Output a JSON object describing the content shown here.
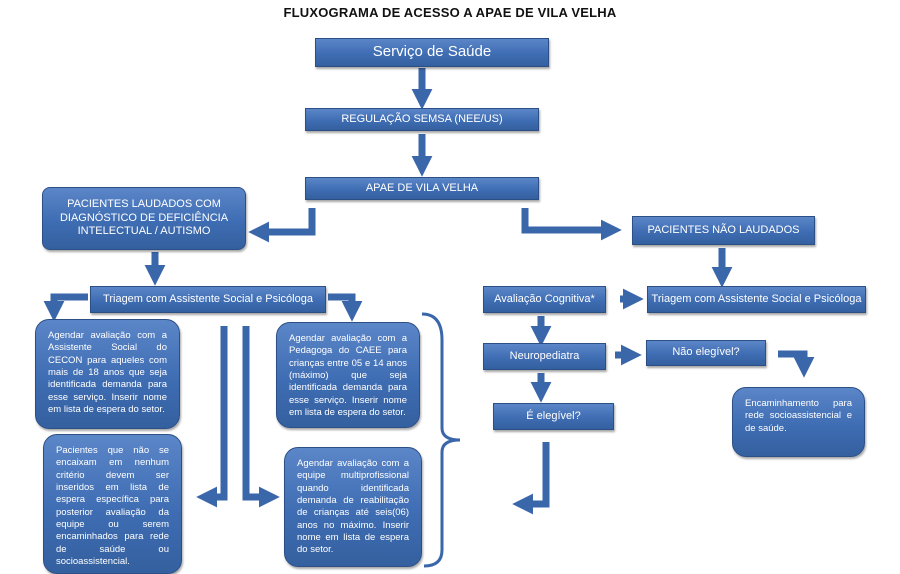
{
  "title": "FLUXOGRAMA DE ACESSO A APAE DE VILA VELHA",
  "nodes": {
    "servico_saude": "Serviço de Saúde",
    "regulacao": "REGULAÇÃO SEMSA (NEE/US)",
    "apae": "APAE DE VILA VELHA",
    "laudados": "PACIENTES LAUDADOS COM DIAGNÓSTICO DE DEFICIÊNCIA INTELECTUAL / AUTISMO",
    "nao_laudados": "PACIENTES NÃO LAUDADOS",
    "triagem_esq": "Triagem com Assistente Social e Psicóloga",
    "triagem_dir": "Triagem com Assistente Social e Psicóloga",
    "avaliacao_cognitiva": "Avaliação Cognitiva*",
    "neuropediatra": "Neuropediatra",
    "nao_elegivel": "Não elegível?",
    "elegivel": "É elegível?",
    "cecon": "Agendar avaliação com a Assistente Social do CECON para aqueles com mais de 18 anos que seja identificada demanda para esse serviço. Inserir nome em lista de espera do setor.",
    "caee": "Agendar avaliação com a Pedagoga do CAEE para crianças entre 05 e 14 anos (máximo) que seja identificada demanda para esse serviço. Inserir nome em lista de espera do setor.",
    "nao_criterio": "Pacientes que não se encaixam em nenhum critério devem ser inseridos em lista de espera específica para posterior avaliação da equipe ou serem encaminhados para rede de saúde ou socioassistencial.",
    "multiprofissional": "Agendar avaliação com a equipe multiprofissional quando identificada demanda de reabilitação de crianças até seis(06) anos no máximo. Inserir nome em lista de espera do setor.",
    "encaminhamento": "Encaminhamento para rede socioassistencial e de saúde."
  },
  "colors": {
    "box": "#3f6db3",
    "border": "#2c4f86",
    "text": "#ffffff"
  }
}
